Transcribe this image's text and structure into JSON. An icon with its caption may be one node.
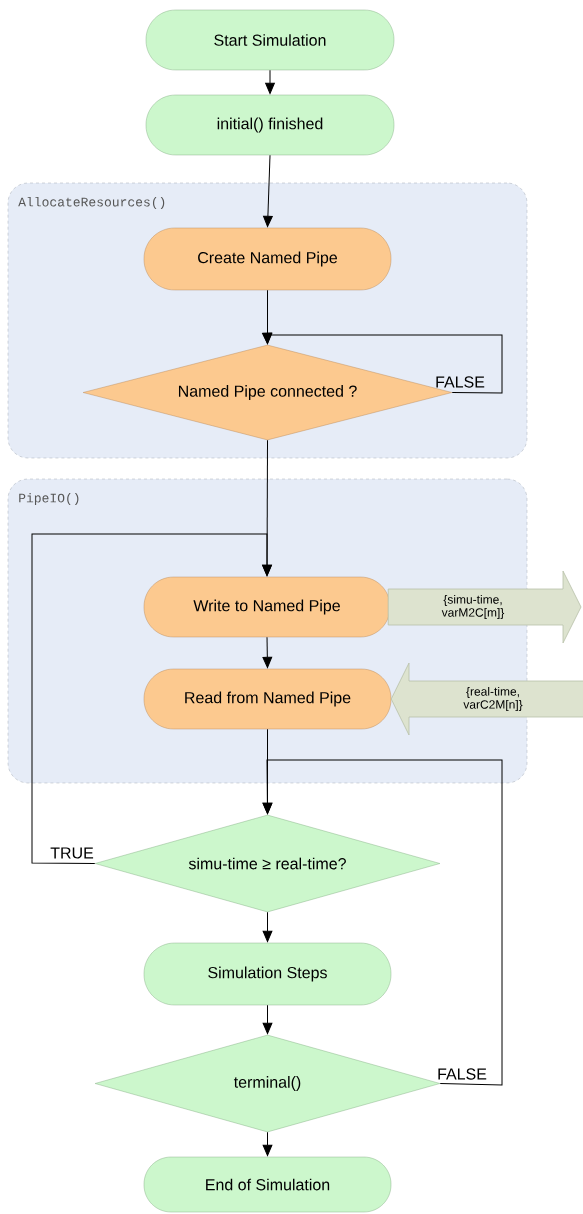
{
  "diagram": {
    "nodes": [
      {
        "text": [
          "Start Simulation"
        ]
      },
      {
        "text": [
          "initial() finished"
        ]
      },
      {
        "text": [
          "AllocateResources()"
        ]
      },
      {
        "text": [
          "Create Named Pipe"
        ],
        "in": 2
      },
      {
        "text": [
          "Named Pipe connected ?"
        ],
        "in": 2
      },
      {
        "text": [
          "PipeIO()"
        ]
      },
      {
        "text": [
          "Write to Named Pipe"
        ],
        "in": 5
      },
      {
        "text": [
          "Read from Named Pipe"
        ],
        "in": 5
      },
      {
        "text": [
          "simu-time ≥ real-time?"
        ]
      },
      {
        "text": [
          "Simulation Steps"
        ]
      },
      {
        "text": [
          "terminal()"
        ]
      },
      {
        "text": [
          "End of Simulation"
        ]
      }
    ],
    "edges": [
      {
        "from": 0,
        "to": 1,
        "arrow": "to"
      },
      {
        "from": 1,
        "to": 3,
        "arrow": "to"
      },
      {
        "from": 3,
        "to": 4,
        "arrow": "to"
      },
      {
        "from": 4,
        "to": 4,
        "arrow": "to",
        "label": "FALSE"
      },
      {
        "from": 4,
        "to": 6,
        "arrow": "to"
      },
      {
        "from": 8,
        "to": 6,
        "arrow": "to",
        "label": "TRUE"
      },
      {
        "from": 6,
        "to": 7,
        "arrow": "to"
      },
      {
        "from": 7,
        "to": 8,
        "arrow": "to"
      },
      {
        "from": 10,
        "to": 8,
        "arrow": "to",
        "label": "FALSE"
      },
      {
        "from": 8,
        "to": 9,
        "arrow": "to"
      },
      {
        "from": 9,
        "to": 10,
        "arrow": "to"
      },
      {
        "from": 10,
        "to": 11,
        "arrow": "to"
      },
      {
        "from": 6,
        "to": null,
        "arrow": "to",
        "label": "{simu-time, varM2C[m]}",
        "style": "thick",
        "color": "#dde3cf"
      },
      {
        "from": null,
        "to": 7,
        "arrow": "to",
        "label": "{real-time, varC2M[n]}",
        "style": "thick",
        "color": "#dde3cf"
      }
    ]
  }
}
